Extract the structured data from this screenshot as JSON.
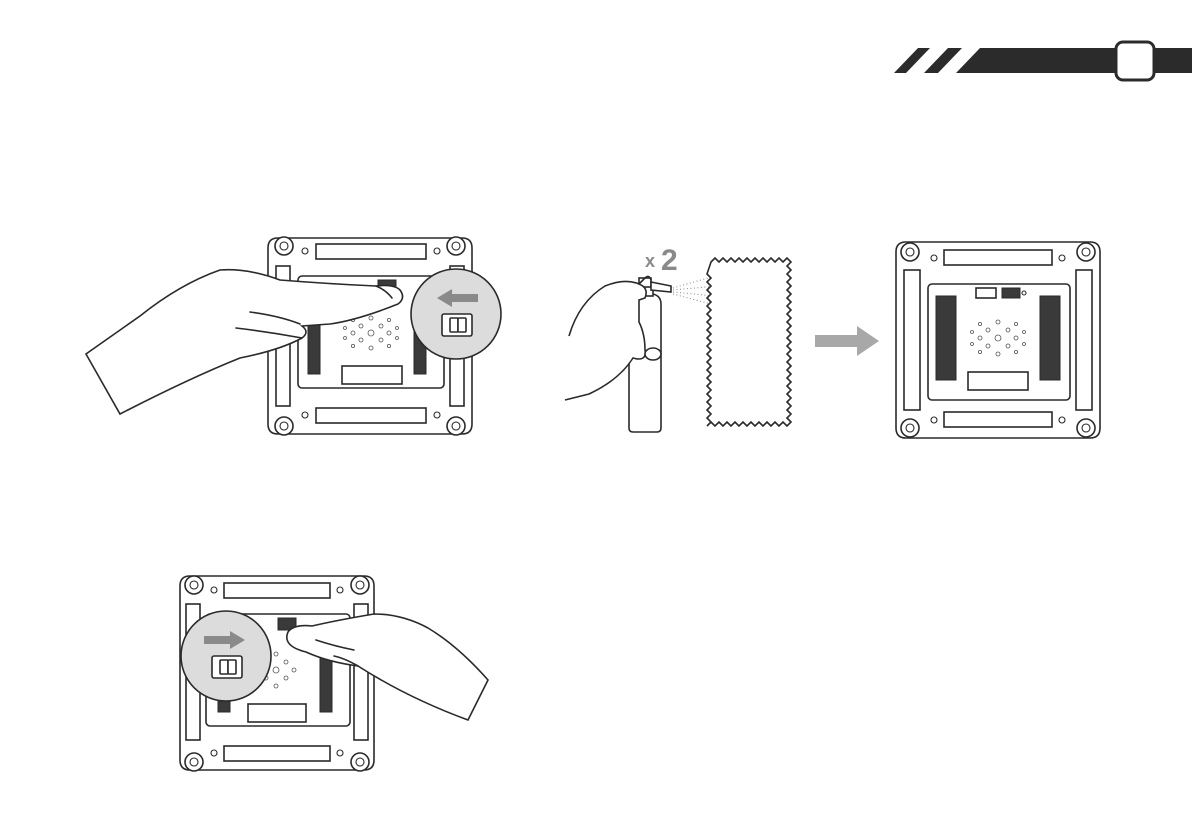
{
  "header": {
    "step_badge": "",
    "band_color": "#2b2b2b"
  },
  "steps": {
    "open_switch": {
      "arrow_direction": "left"
    },
    "spray": {
      "multiplier_prefix": "x",
      "multiplier_count": "2",
      "arrow_color": "#a8a8a8"
    },
    "close_switch": {
      "arrow_direction": "right"
    }
  },
  "colors": {
    "line": "#2a2a2a",
    "accent_grey": "#8a8a8a",
    "pad_dark": "#3a3a3a"
  }
}
